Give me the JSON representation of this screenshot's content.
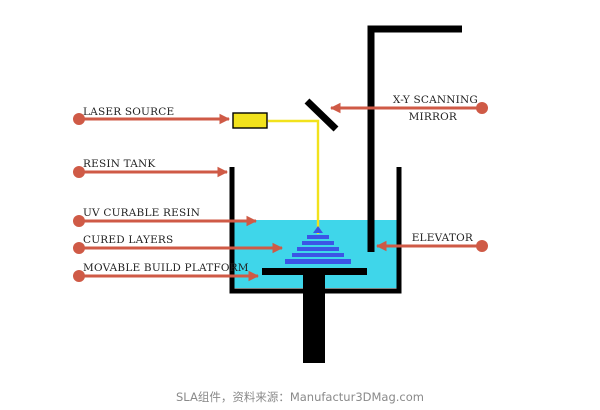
{
  "diagram": {
    "colors": {
      "arrow": "#cf5a46",
      "structure": "#000000",
      "resin": "#3fd6ea",
      "laser_beam": "#f2e21c",
      "laser_source": "#f2e21c",
      "layers": "#3b55e6"
    },
    "labels": {
      "laser_source": "LASER SOURCE",
      "resin_tank": "RESIN TANK",
      "uv_resin": "UV CURABLE RESIN",
      "cured_layers": "CURED LAYERS",
      "build_platform": "MOVABLE BUILD PLATFORM",
      "mirror_line1": "X-Y SCANNING",
      "mirror_line2": "MIRROR",
      "elevator": "ELEVATOR"
    }
  },
  "caption": "SLA组件，资料来源：Manufactur3DMag.com"
}
